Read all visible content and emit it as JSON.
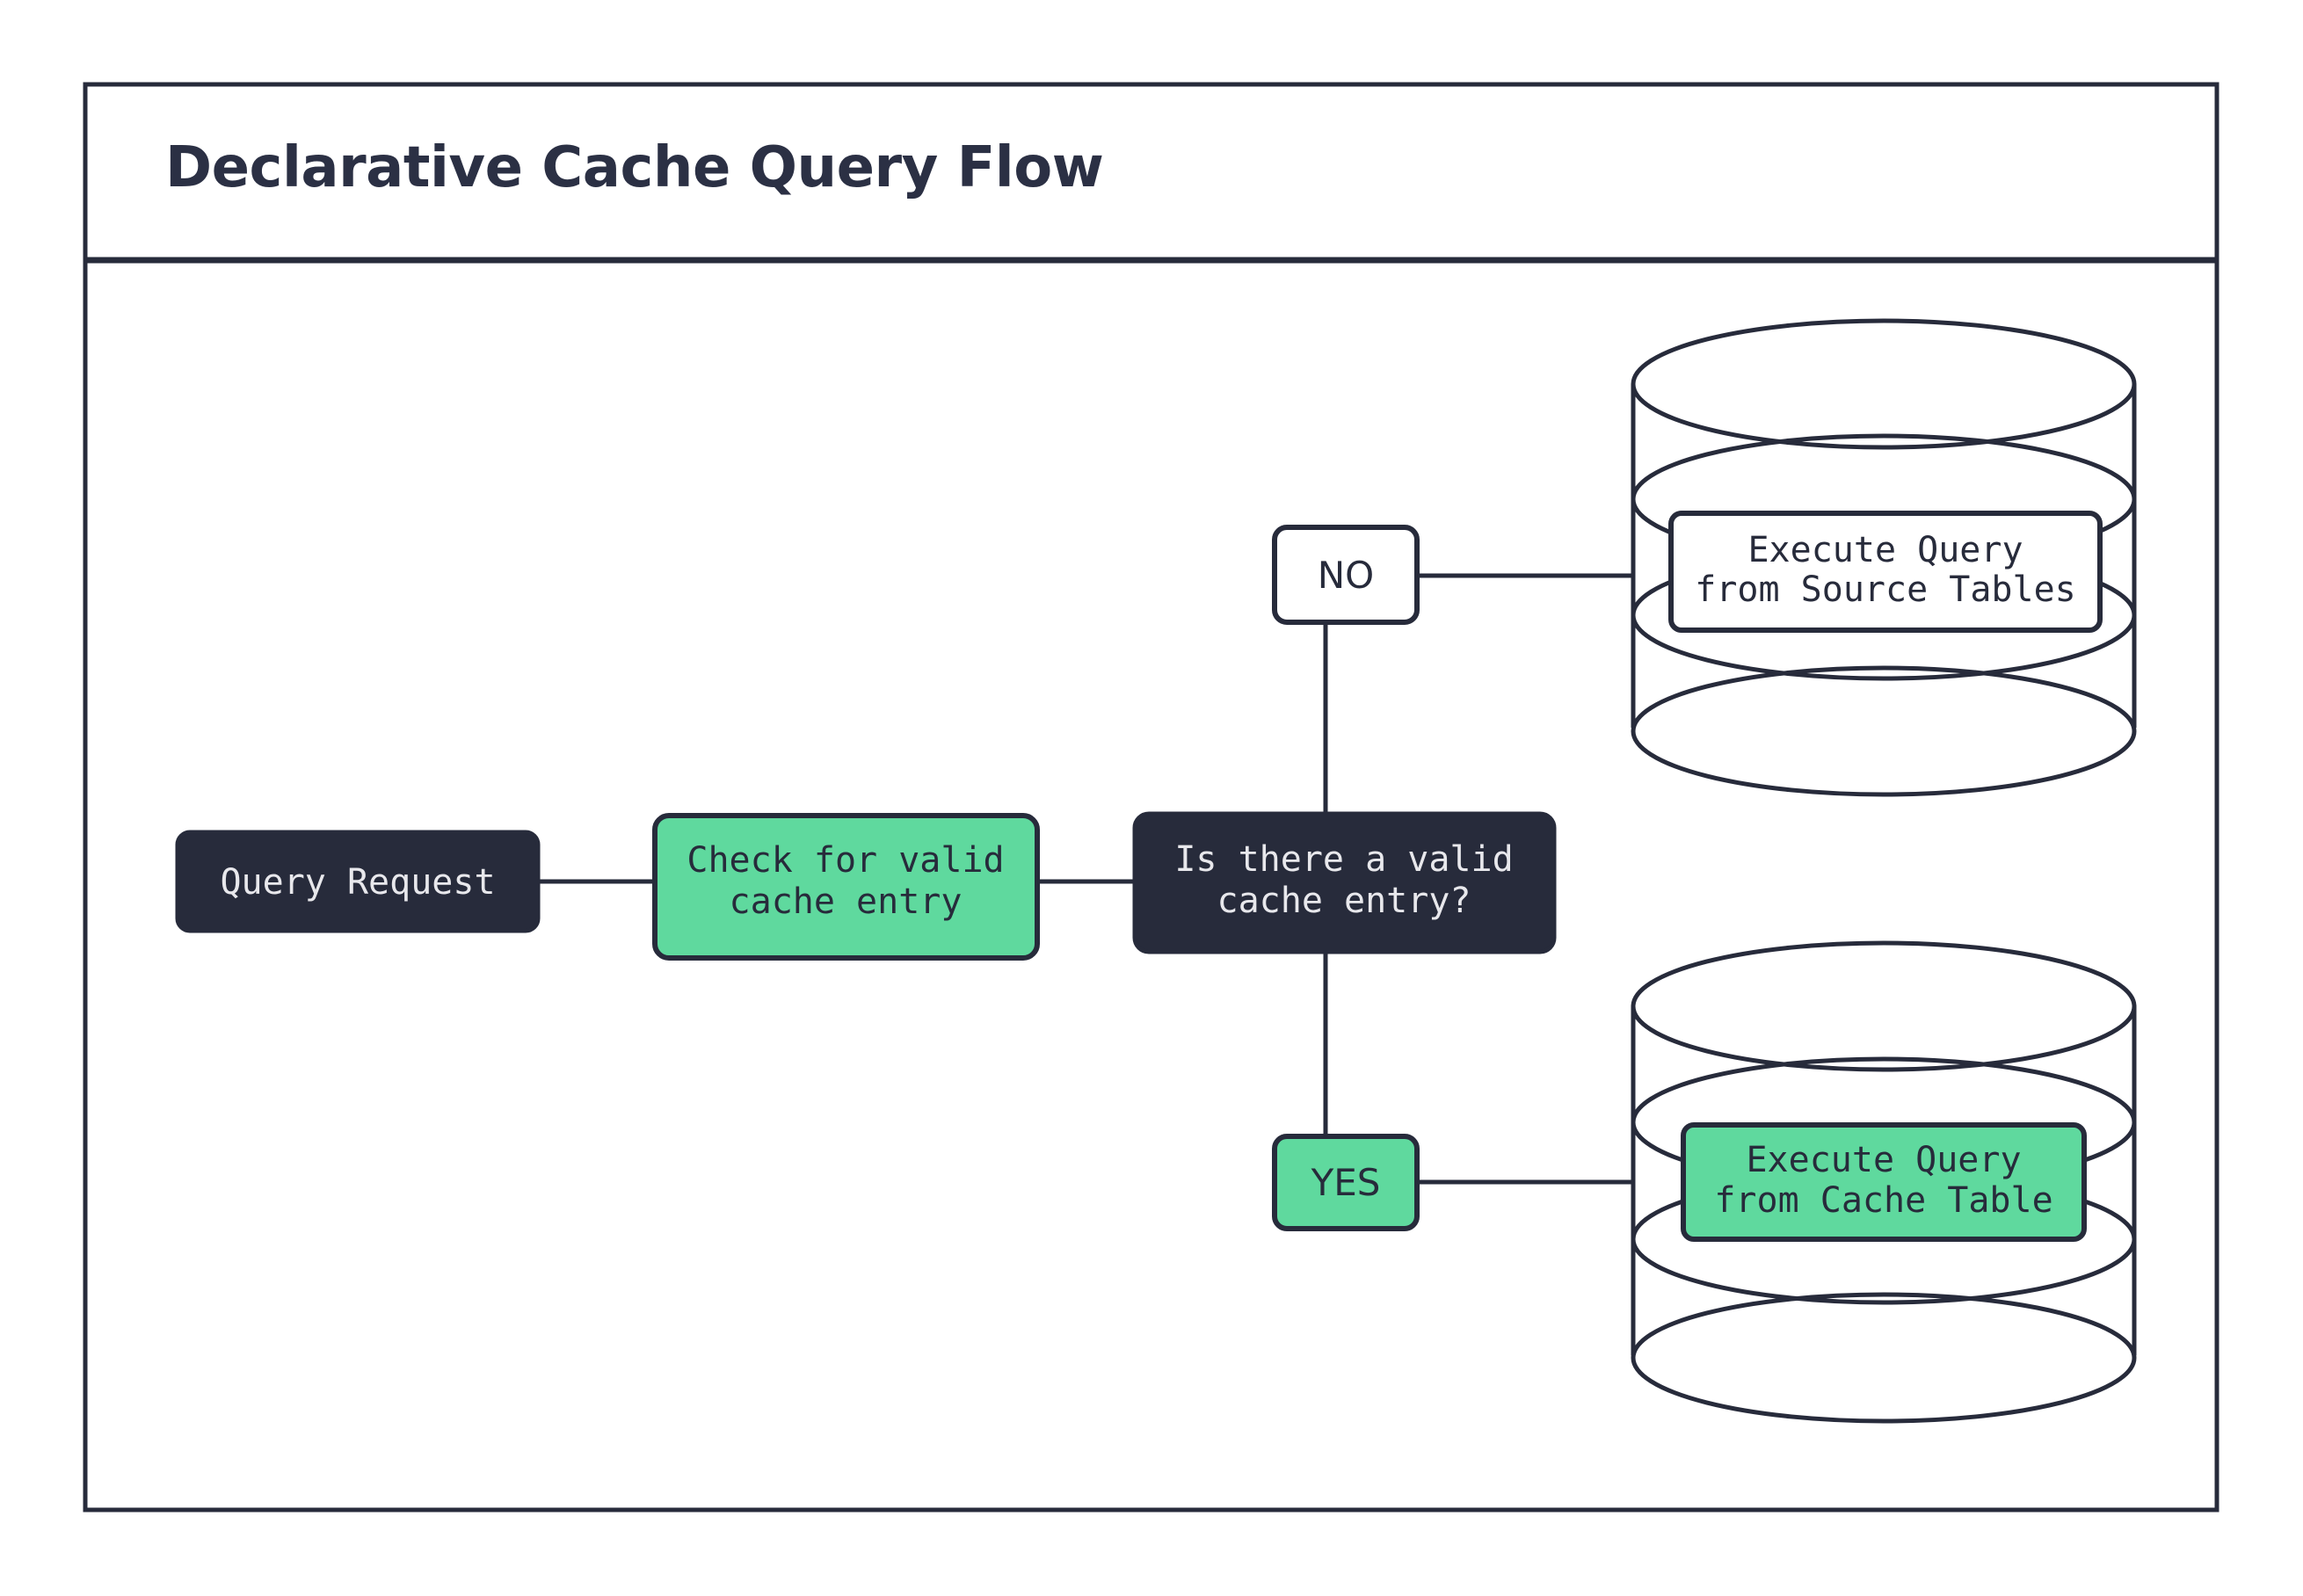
{
  "diagram": {
    "title": "Declarative Cache Query Flow",
    "colors": {
      "ink": "#272B3B",
      "green": "#5FD99E",
      "white": "#FFFFFF",
      "light_text": "#E8E8EC"
    },
    "nodes": {
      "query_request": {
        "label": "Query Request",
        "style": "dark"
      },
      "check_cache": {
        "label_line1": "Check for valid",
        "label_line2": "cache entry",
        "style": "green"
      },
      "decision": {
        "label_line1": "Is there a valid",
        "label_line2": "cache entry?",
        "style": "dark"
      },
      "source_db": {
        "label_line1": "Execute Query",
        "label_line2": "from Source Tables",
        "style": "white"
      },
      "cache_db": {
        "label_line1": "Execute Query",
        "label_line2": "from Cache Table",
        "style": "green"
      }
    },
    "edge_labels": {
      "no": {
        "label": "NO",
        "style": "white"
      },
      "yes": {
        "label": "YES",
        "style": "green"
      }
    }
  }
}
